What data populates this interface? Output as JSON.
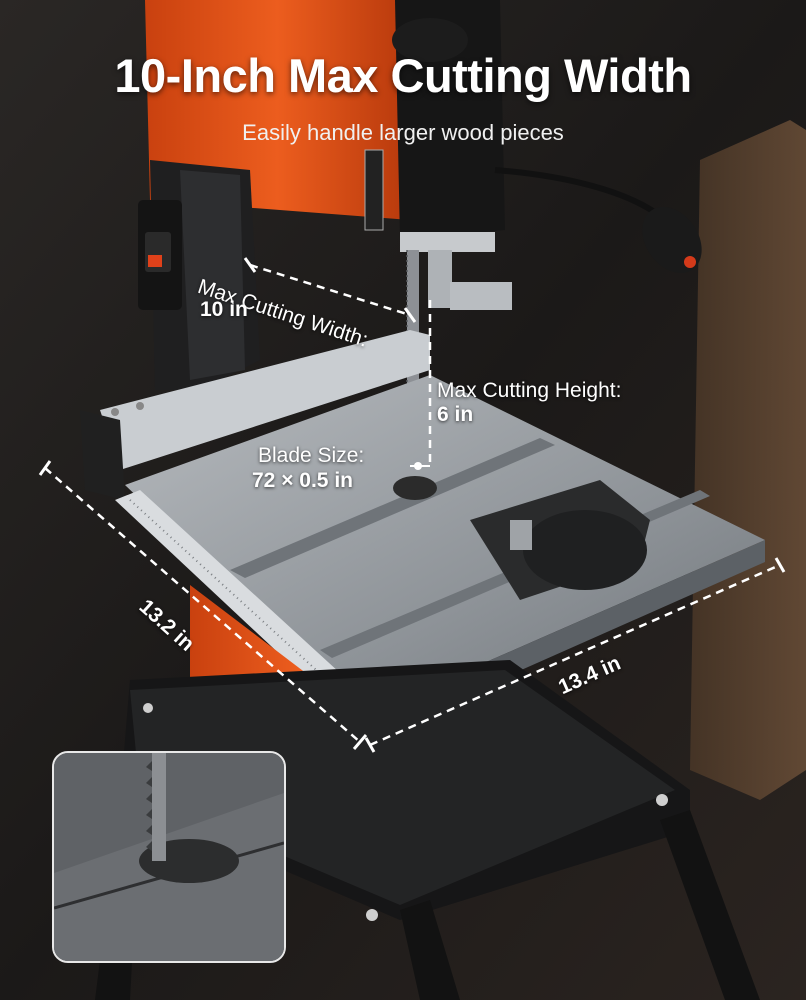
{
  "headline": "10-Inch Max Cutting Width",
  "subheadline": "Easily handle larger wood pieces",
  "callouts": {
    "width_label": "Max Cutting Width:",
    "width_value": "10 in",
    "height_label": "Max Cutting Height:",
    "height_value": "6 in",
    "blade_label": "Blade Size:",
    "blade_value": "72 × 0.5 in",
    "table_depth": "13.2 in",
    "table_width": "13.4 in"
  },
  "colors": {
    "machine_orange": "#e85a1c",
    "table_steel": "#9ea3a8",
    "background": "#1a1a1a",
    "dimension_lines": "#ffffff"
  },
  "icons": {
    "inset": "blade-closeup",
    "machine": "band-saw"
  }
}
